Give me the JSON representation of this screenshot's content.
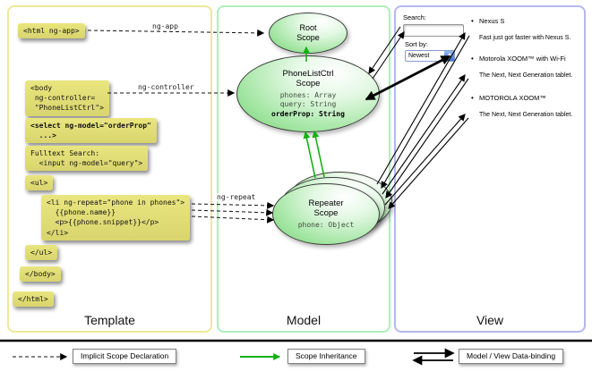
{
  "panels": {
    "template": {
      "label": "Template",
      "code_boxes": [
        {
          "text": "<html ng-app>"
        },
        {
          "text": "<body\n ng-controller=\n \"PhoneListCtrl\">"
        },
        {
          "text": "<select ng-model=\"orderProp\"\n  ...>"
        },
        {
          "text": "Fulltext Search:\n  <input ng-model=\"query\">"
        },
        {
          "text": "<ul>"
        },
        {
          "text": "<li ng-repeat=\"phone in phones\">\n  {{phone.name}}\n  <p>{{phone.snippet}}</p>\n</li>"
        },
        {
          "text": "</ul>"
        },
        {
          "text": "</body>"
        },
        {
          "text": "</html>"
        }
      ]
    },
    "model": {
      "label": "Model",
      "root_scope": {
        "title": "Root\nScope"
      },
      "phonelist_scope": {
        "title": "PhoneListCtrl\nScope",
        "props": "phones: Array\nquery: String",
        "bold_prop": "orderProp: String"
      },
      "repeater_scope": {
        "title": "Repeater\nScope",
        "prop": "phone: Object"
      }
    },
    "view": {
      "label": "View",
      "search_label": "Search:",
      "sort_label": "Sort by:",
      "sort_value": "Newest",
      "phones": [
        {
          "name": "Nexus S",
          "snippet": "Fast just got faster with Nexus S."
        },
        {
          "name": "Motorola XOOM™ with Wi-Fi",
          "snippet": "The Next, Next Generation tablet."
        },
        {
          "name": "MOTOROLA XOOM™",
          "snippet": "The Next, Next Generation tablet."
        }
      ]
    }
  },
  "arrow_labels": {
    "ng_app": "ng-app",
    "ng_controller": "ng-controller",
    "ng_repeat": "ng-repeat"
  },
  "legend": {
    "implicit": "Implicit Scope Declaration",
    "inheritance": "Scope Inheritance",
    "databinding": "Model / View Data-binding"
  },
  "colors": {
    "template_border": "#eee89a",
    "model_border": "#aeeebb",
    "view_border": "#b4b8ee",
    "code_box_bg": "#e2de7a",
    "scope_fill_green": "#8fdc8f",
    "inheritance_green": "#12b212",
    "arrow_black": "#000000"
  }
}
